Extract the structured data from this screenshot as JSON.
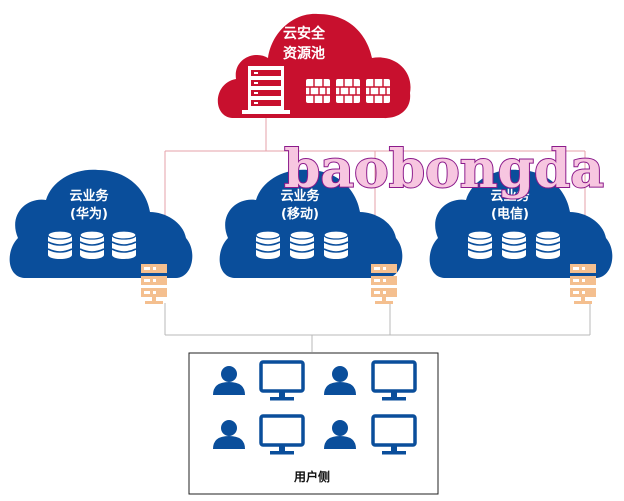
{
  "security_pool": {
    "label_line1": "云安全",
    "label_line2": "资源池",
    "color": "#C8102E"
  },
  "business_clouds": [
    {
      "label_line1": "云业务",
      "label_line2": "(华为)"
    },
    {
      "label_line1": "云业务",
      "label_line2": "(移动)"
    },
    {
      "label_line1": "云业务",
      "label_line2": "(电信)"
    }
  ],
  "cloud_color": "#0A4E9B",
  "firewall_color": "#F4BF8F",
  "user_side": {
    "label": "用户侧"
  },
  "watermark": {
    "text": "baobongda",
    "fill": "#F7C6E0",
    "stroke": "#8B1A8B"
  },
  "icons": [
    "server-rack-icon",
    "firewall-icon",
    "database-icon",
    "user-icon",
    "monitor-icon"
  ]
}
